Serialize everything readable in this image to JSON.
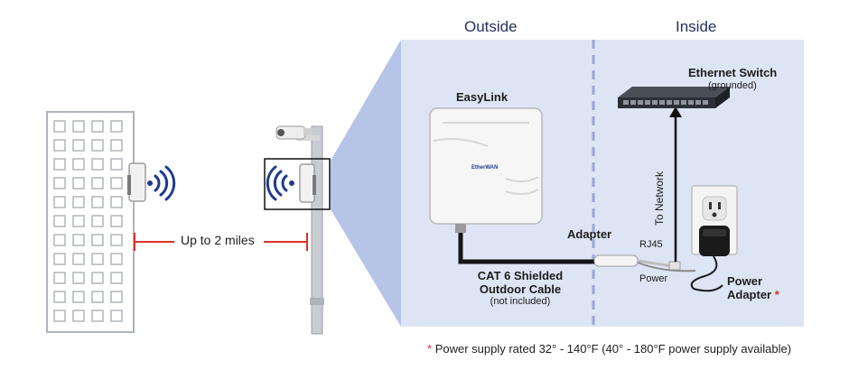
{
  "headers": {
    "outside": "Outside",
    "inside": "Inside"
  },
  "range_label": "Up to 2 miles",
  "device": {
    "name": "EasyLink",
    "brand": "EtherWAN"
  },
  "switch": {
    "name": "Ethernet Switch",
    "note": "(grounded)"
  },
  "network_arrow_label": "To Network",
  "adapter_label": "Adapter",
  "rj45_label": "RJ45",
  "power_label": "Power",
  "cable": {
    "line1": "CAT 6 Shielded",
    "line2": "Outdoor Cable",
    "note": "(not included)"
  },
  "power_adapter": {
    "line1": "Power",
    "line2": "Adapter",
    "asterisk": "*"
  },
  "footnote": {
    "asterisk": "*",
    "text": "Power supply rated 32° - 140°F (40° - 180°F power supply available)"
  },
  "colors": {
    "panel": "#dde4f4",
    "panel_shadow": "#b6c4e8",
    "accent_blue": "#1f3a8f",
    "divider": "#9aa6d6",
    "range_line": "#d9322b",
    "asterisk": "#d9322b"
  }
}
